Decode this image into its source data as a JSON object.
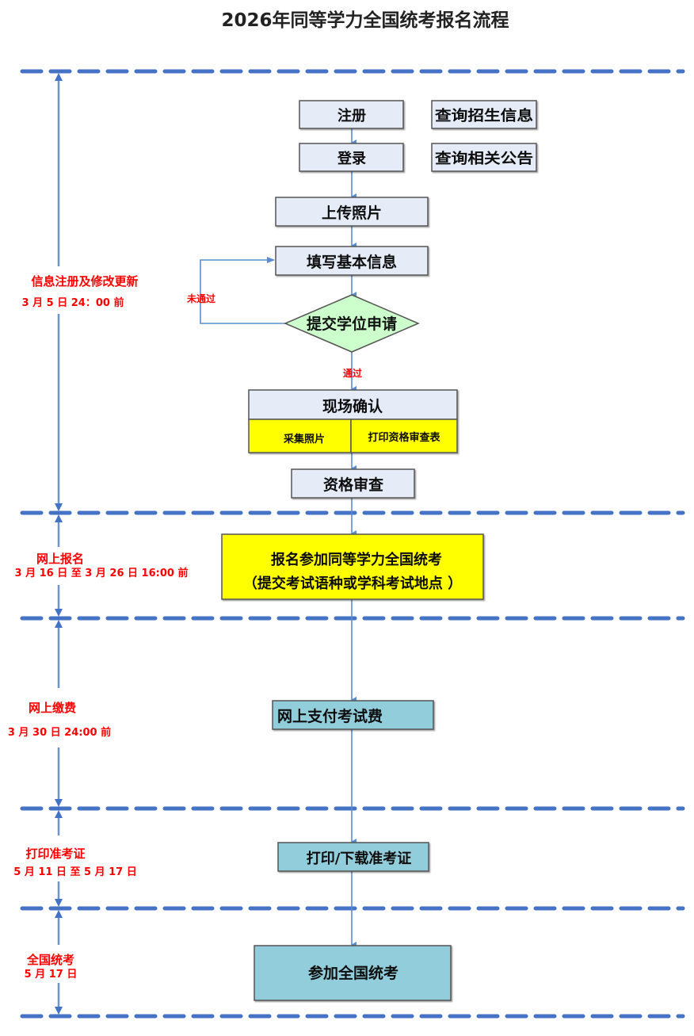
{
  "title": "2026年同等学力全国统考报名流程",
  "colors": {
    "dash": "#4472c4",
    "connector": "#5b8bd0",
    "box_light": "#e5ecf8",
    "box_yellow": "#ffff00",
    "box_blue": "#92cddc",
    "diamond": "#ccffcc",
    "label_red": "#ff0000",
    "border": "#555555"
  },
  "stages": [
    {
      "name": "信息注册及修改更新",
      "deadline": "3 月 5 日 24：00 前"
    },
    {
      "name": "网上报名",
      "deadline": "3 月 16 日  至 3 月 26 日 16:00 前"
    },
    {
      "name": "网上缴费",
      "deadline": "3 月 30 日 24:00 前"
    },
    {
      "name": "打印准考证",
      "deadline": "5 月 11 日 至 5 月 17 日"
    },
    {
      "name": "全国统考",
      "deadline": "5 月 17 日"
    }
  ],
  "nodes": {
    "register": "注册",
    "query_admission": "查询招生信息",
    "login": "登录",
    "query_notice": "查询相关公告",
    "upload_photo": "上传照片",
    "fill_info": "填写基本信息",
    "submit_degree": "提交学位申请",
    "onsite_confirm": "现场确认",
    "collect_photo": "采集照片",
    "print_form": "打印资格审查表",
    "qualification_review": "资格审查",
    "apply_line1": "报名参加同等学力全国统考",
    "apply_line2": "（提交考试语种或学科考试地点 ）",
    "pay_fee": "网上支付考试费",
    "print_ticket": "打印/下载准考证",
    "take_exam": "参加全国统考"
  },
  "edge_labels": {
    "not_passed": "未通过",
    "passed": "通过"
  }
}
